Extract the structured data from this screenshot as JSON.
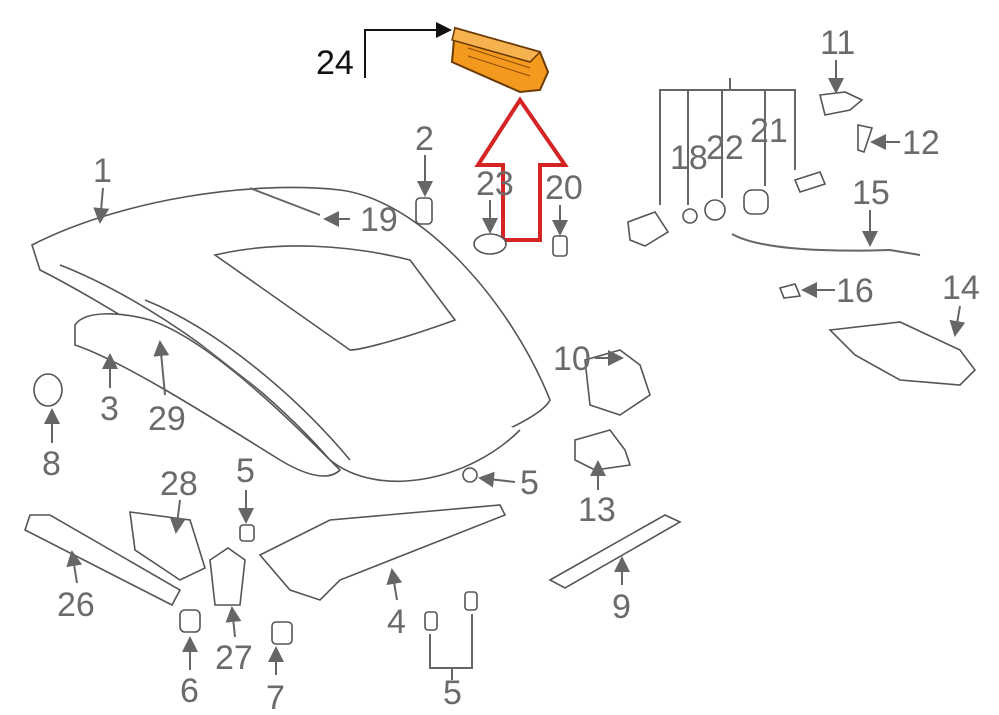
{
  "diagram": {
    "highlight_color": "#f39a1e",
    "arrow_color": "#d42424",
    "callouts": {
      "c24": "24",
      "c1": "1",
      "c2": "2",
      "c23": "23",
      "c20": "20",
      "c11": "11",
      "c18": "18",
      "c22": "22",
      "c21": "21",
      "c12": "12",
      "c15": "15",
      "c19": "19",
      "c16": "16",
      "c14": "14",
      "c10": "10",
      "c3": "3",
      "c29": "29",
      "c8": "8",
      "c5a": "5",
      "c28": "28",
      "c5b": "5",
      "c13": "13",
      "c26": "26",
      "c9": "9",
      "c4": "4",
      "c27": "27",
      "c6": "6",
      "c7": "7",
      "c5c": "5"
    }
  }
}
